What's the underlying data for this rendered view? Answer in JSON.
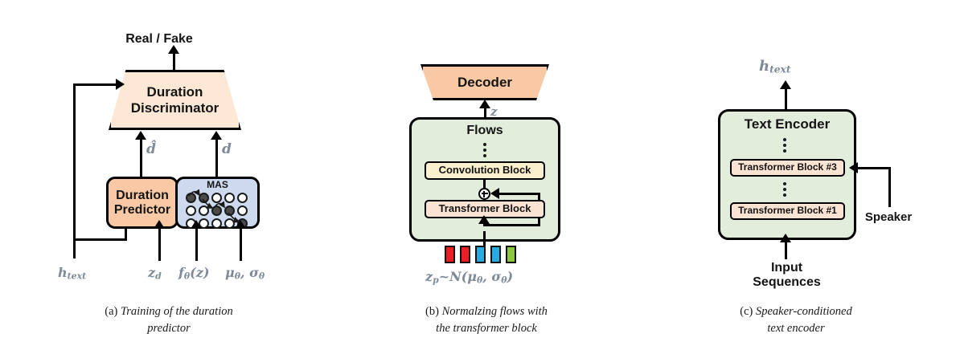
{
  "figure": {
    "title": "Architecture components of a TTS model",
    "background": "#ffffff"
  },
  "colors": {
    "peach_light": "#FCE8D5",
    "peach_mid": "#F8C9A4",
    "peach_block": "#FBE3D3",
    "yellow_block": "#FBF0CE",
    "blue_light": "#CDD9EC",
    "green_light": "#E2EDDC",
    "square_red": "#EE1C25",
    "square_blue": "#29ABE2",
    "square_green": "#8DC63F",
    "math_gray": "#7E8A99",
    "stroke": "#000000"
  },
  "panel_a": {
    "id": "a",
    "output_label": "Real / Fake",
    "discriminator": "Duration\nDiscriminator",
    "discriminator_line1": "Duration",
    "discriminator_line2": "Discriminator",
    "predictor_line1": "Duration",
    "predictor_line2": "Predictor",
    "mas_label": "MAS",
    "edge_dhat": "d̂",
    "edge_d": "d",
    "input_htext": "h",
    "input_htext_sub": "text",
    "input_zd": "z",
    "input_zd_sub": "d",
    "input_fz": "f",
    "input_fz_sub": "θ",
    "input_fz_tail": "(z)",
    "input_mu": "μ",
    "input_mu_sub": "θ",
    "input_sigma": "σ",
    "input_sigma_sub": "θ",
    "mas_grid": {
      "rows": 3,
      "cols": 5,
      "filled": [
        [
          1,
          1,
          0,
          0,
          0
        ],
        [
          0,
          0,
          1,
          1,
          0
        ],
        [
          0,
          0,
          0,
          0,
          1
        ]
      ]
    },
    "caption_tag": "(a)",
    "caption_line1": "Training of the duration",
    "caption_line2": "predictor"
  },
  "panel_b": {
    "id": "b",
    "decoder": "Decoder",
    "flows": "Flows",
    "convolution_block": "Convolution Block",
    "transformer_block": "Transformer Block",
    "edge_z": "z",
    "input_zp": "z",
    "input_zp_sub": "p",
    "input_zp_tail": "~N(μ",
    "input_zp_sub2": "θ",
    "input_zp_mid": ", σ",
    "input_zp_sub3": "θ",
    "input_zp_end": ")",
    "squares": [
      "#EE1C25",
      "#EE1C25",
      "#29ABE2",
      "#29ABE2",
      "#8DC63F"
    ],
    "caption_tag": "(b)",
    "caption_line1": "Normalzing flows with",
    "caption_line2": "the transformer block"
  },
  "panel_c": {
    "id": "c",
    "output_h": "h",
    "output_h_sub": "text",
    "text_encoder": "Text Encoder",
    "block_3": "Transformer Block #3",
    "block_1": "Transformer Block #1",
    "speaker_label": "Speaker",
    "input_line1": "Input",
    "input_line2": "Sequences",
    "caption_tag": "(c)",
    "caption_line1": "Speaker-conditioned",
    "caption_line2": "text encoder"
  }
}
